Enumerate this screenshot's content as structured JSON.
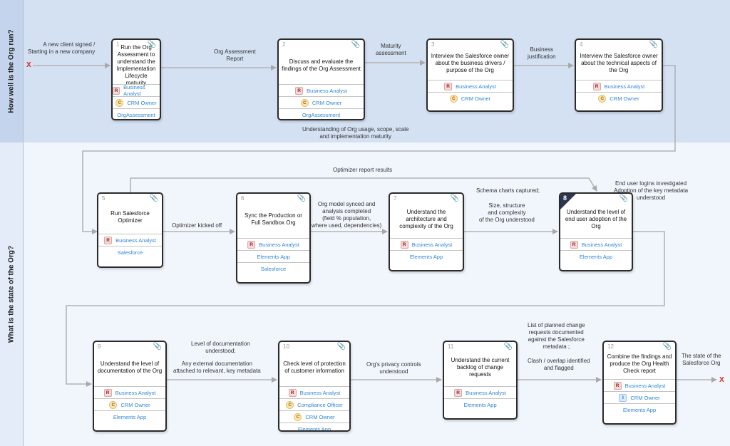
{
  "lanes": [
    {
      "title": "How well is the Org run?"
    },
    {
      "title": "What is the state of the Org?"
    }
  ],
  "start_label": "A new client signed /\nStarting in a new company",
  "end_label": "The state of the\nSalesforce Org",
  "end_markers": {
    "start": "X",
    "end": "X"
  },
  "colors": {
    "accent_link": "#2f86d6",
    "lane_top": "#d4e1f2",
    "lane_bottom": "#f1f6fc",
    "connector": "#b3b3b3"
  },
  "steps": [
    {
      "num": "1",
      "title": "Run the Org Assessment to understand the Implementation Lifecycle maturity",
      "rows": [
        {
          "badge": "R",
          "text": "Business Analyst"
        },
        {
          "badge": "C",
          "text": "CRM Owner"
        },
        {
          "badge": "",
          "text": "OrgAssessment"
        }
      ]
    },
    {
      "num": "2",
      "title": "Discuss and evaluate the findings of the Org Assessment",
      "rows": [
        {
          "badge": "R",
          "text": "Business Analyst"
        },
        {
          "badge": "C",
          "text": "CRM Owner"
        },
        {
          "badge": "",
          "text": "OrgAssessment"
        }
      ]
    },
    {
      "num": "3",
      "title": "Interview the Salesforce owner about the business drivers / purpose of the Org",
      "rows": [
        {
          "badge": "R",
          "text": "Business Analyst"
        },
        {
          "badge": "C",
          "text": "CRM Owner"
        }
      ]
    },
    {
      "num": "4",
      "title": "Interview the Salesforce owner about the technical aspects of the Org",
      "rows": [
        {
          "badge": "R",
          "text": "Business Analyst"
        },
        {
          "badge": "C",
          "text": "CRM Owner"
        }
      ]
    },
    {
      "num": "5",
      "title": "Run Salesforce Optimizer",
      "rows": [
        {
          "badge": "R",
          "text": "Business Analyst"
        },
        {
          "badge": "",
          "text": "Salesforce"
        }
      ]
    },
    {
      "num": "6",
      "title": "Sync the Production or Full Sandbox Org",
      "rows": [
        {
          "badge": "R",
          "text": "Business Analyst"
        },
        {
          "badge": "",
          "text": "Elements App"
        },
        {
          "badge": "",
          "text": "Salesforce"
        }
      ]
    },
    {
      "num": "7",
      "title": "Understand the architecture and complexity of the Org",
      "rows": [
        {
          "badge": "R",
          "text": "Business Analyst"
        },
        {
          "badge": "",
          "text": "Elements App"
        }
      ]
    },
    {
      "num": "8",
      "title": "Understand the level of end user adoption of the Org",
      "rows": [
        {
          "badge": "R",
          "text": "Business Analyst"
        },
        {
          "badge": "",
          "text": "Elements App"
        }
      ]
    },
    {
      "num": "9",
      "title": "Understand the level of documentation of the Org",
      "rows": [
        {
          "badge": "R",
          "text": "Business Analyst"
        },
        {
          "badge": "C",
          "text": "CRM Owner"
        },
        {
          "badge": "",
          "text": "Elements App"
        }
      ]
    },
    {
      "num": "10",
      "title": "Check level of protection of customer information",
      "rows": [
        {
          "badge": "R",
          "text": "Business Analyst"
        },
        {
          "badge": "C",
          "text": "Compliance Officer"
        },
        {
          "badge": "C",
          "text": "CRM Owner"
        },
        {
          "badge": "",
          "text": "Elements App"
        }
      ]
    },
    {
      "num": "11",
      "title": "Understand the current backlog of change requests",
      "rows": [
        {
          "badge": "R",
          "text": "Business Analyst"
        },
        {
          "badge": "",
          "text": "Elements App"
        }
      ]
    },
    {
      "num": "12",
      "title": "Combine the findings and produce the Org Health Check report",
      "rows": [
        {
          "badge": "R",
          "text": "Business Analyst"
        },
        {
          "badge": "I",
          "text": "CRM Owner"
        },
        {
          "badge": "",
          "text": "Elements App"
        }
      ]
    }
  ],
  "edge_labels": {
    "e1_2": "Org Assessment\nReport",
    "e2_3": "Maturity\nassessment",
    "e3_4": "Business\njustification",
    "e4_5": "Understanding of Org usage, scope, scale\nand implementation maturity",
    "e5_8": "Optimizer report results",
    "e5_6": "Optimizer kicked off",
    "e6_7": "Org model synced and\nanalysis completed\n(field % population,\nwhere used, dependencies)",
    "e7_8a": "Schema charts captured;",
    "e7_8b": "Size, structure\nand complexity\nof the Org understood",
    "e8_note": "End user logins investigated\nAdoption of the key metadata\nunderstood",
    "e9_10a": "Level of documentation\nunderstood;",
    "e9_10b": "Any external documentation\nattached to relevant, key metadata",
    "e10_11": "Org's privacy controls\nunderstood",
    "e11_12a": "List of planned change\nrequests documented\nagainst the Salesforce\nmetadata ;",
    "e11_12b": "Clash / overlap identified\nand flagged"
  }
}
